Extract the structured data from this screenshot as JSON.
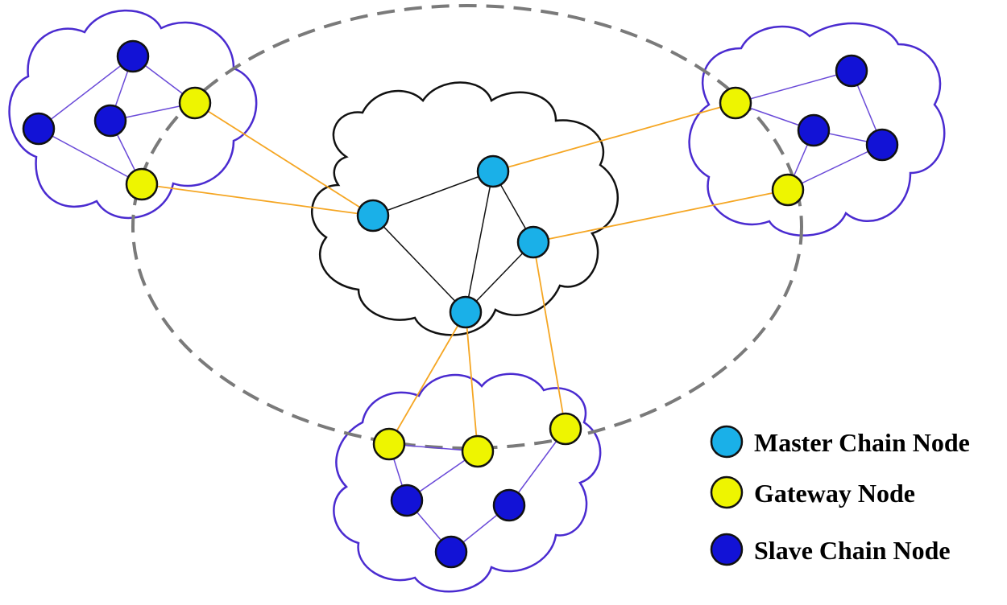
{
  "colors": {
    "master_node": "#1ab0e8",
    "gateway_node": "#eef500",
    "slave_node": "#1212d6",
    "node_stroke": "#111111",
    "cloud_master": "#111111",
    "cloud_slave": "#4a2bd0",
    "master_edge": "#111111",
    "slave_edge": "#6a4ad8",
    "gateway_link": "#f5a623",
    "consensus_ring": "#7a7a7a"
  },
  "legend": [
    {
      "id": "master",
      "label": "Master Chain Node",
      "color_key": "master_node"
    },
    {
      "id": "gateway",
      "label": "Gateway Node",
      "color_key": "gateway_node"
    },
    {
      "id": "slave",
      "label": "Slave Chain Node",
      "color_key": "slave_node"
    }
  ]
}
